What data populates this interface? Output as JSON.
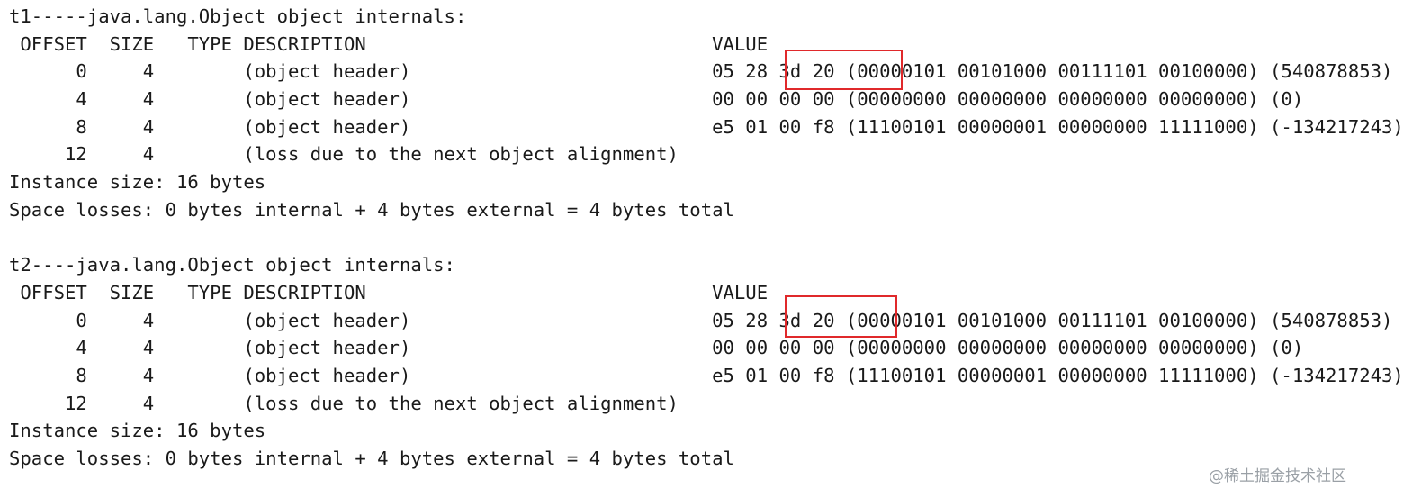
{
  "blocks": [
    {
      "title": "t1-----java.lang.Object object internals:",
      "header": " OFFSET  SIZE   TYPE DESCRIPTION                               VALUE",
      "rows": [
        "      0     4        (object header)                           05 28 3d 20 (00000101 00101000 00111101 00100000) (540878853)",
        "      4     4        (object header)                           00 00 00 00 (00000000 00000000 00000000 00000000) (0)",
        "      8     4        (object header)                           e5 01 00 f8 (11100101 00000001 00000000 11111000) (-134217243)",
        "     12     4        (loss due to the next object alignment)"
      ],
      "instance_size": "Instance size: 16 bytes",
      "space_losses": "Space losses: 0 bytes internal + 4 bytes external = 4 bytes total"
    },
    {
      "title": "t2----java.lang.Object object internals:",
      "header": " OFFSET  SIZE   TYPE DESCRIPTION                               VALUE",
      "rows": [
        "      0     4        (object header)                           05 28 3d 20 (00000101 00101000 00111101 00100000) (540878853)",
        "      4     4        (object header)                           00 00 00 00 (00000000 00000000 00000000 00000000) (0)",
        "      8     4        (object header)                           e5 01 00 f8 (11100101 00000001 00000000 11111000) (-134217243)",
        "     12     4        (loss due to the next object alignment)"
      ],
      "instance_size": "Instance size: 16 bytes",
      "space_losses": "Space losses: 0 bytes internal + 4 bytes external = 4 bytes total"
    }
  ],
  "watermark": "@稀土掘金技术社区",
  "colors": {
    "highlight": "#e0292b",
    "text": "#1a1a1a",
    "background": "#ffffff"
  }
}
